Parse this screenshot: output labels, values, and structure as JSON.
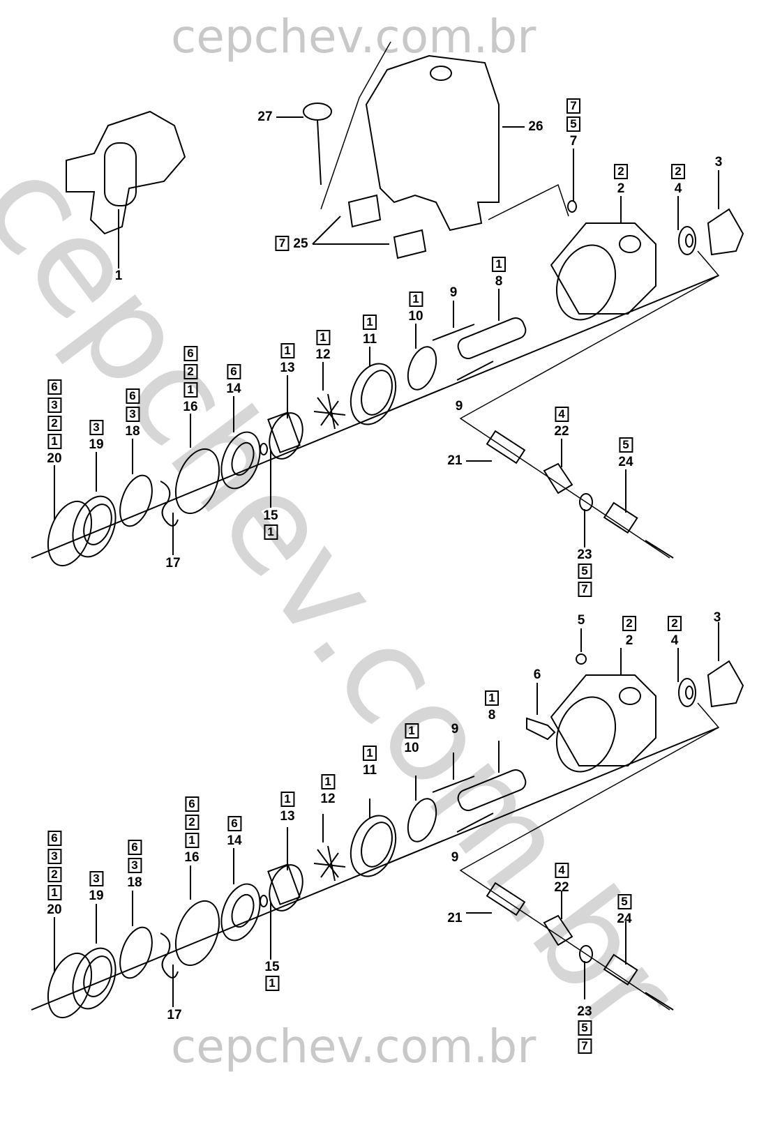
{
  "watermark": "cepchev.com.br",
  "top_callouts": [
    {
      "num": "27",
      "codes": []
    },
    {
      "num": "26",
      "codes": []
    },
    {
      "num": "7",
      "codes": [
        "7",
        "5"
      ]
    },
    {
      "num": "2",
      "codes": [
        "2"
      ]
    },
    {
      "num": "4",
      "codes": [
        "2"
      ]
    },
    {
      "num": "3",
      "codes": []
    },
    {
      "num": "1",
      "codes": []
    },
    {
      "num": "25",
      "codes_left": [
        "7"
      ]
    },
    {
      "num": "8",
      "codes": [
        "1"
      ]
    },
    {
      "num": "9",
      "codes": []
    },
    {
      "num": "10",
      "codes": [
        "1"
      ]
    },
    {
      "num": "11",
      "codes": [
        "1"
      ]
    },
    {
      "num": "12",
      "codes": [
        "1"
      ]
    },
    {
      "num": "13",
      "codes": [
        "1"
      ]
    },
    {
      "num": "14",
      "codes": [
        "6"
      ]
    },
    {
      "num": "16",
      "codes": [
        "6",
        "2",
        "1"
      ]
    },
    {
      "num": "18",
      "codes": [
        "6",
        "3"
      ]
    },
    {
      "num": "19",
      "codes": [
        "3"
      ]
    },
    {
      "num": "20",
      "codes": [
        "6",
        "3",
        "2",
        "1"
      ]
    },
    {
      "num": "9",
      "codes": []
    },
    {
      "num": "22",
      "codes": [
        "4"
      ]
    },
    {
      "num": "24",
      "codes": [
        "5"
      ]
    },
    {
      "num": "21",
      "codes": []
    },
    {
      "num": "15",
      "codes_below": [
        "1"
      ]
    },
    {
      "num": "17",
      "codes": []
    },
    {
      "num": "23",
      "codes_below": [
        "5",
        "7"
      ]
    }
  ],
  "bottom_callouts": [
    {
      "num": "5",
      "codes": []
    },
    {
      "num": "2",
      "codes": [
        "2"
      ]
    },
    {
      "num": "4",
      "codes": [
        "2"
      ]
    },
    {
      "num": "3",
      "codes": []
    },
    {
      "num": "6",
      "codes": []
    },
    {
      "num": "8",
      "codes": [
        "1"
      ]
    },
    {
      "num": "9",
      "codes": []
    },
    {
      "num": "10",
      "codes": [
        "1"
      ]
    },
    {
      "num": "11",
      "codes": [
        "1"
      ]
    },
    {
      "num": "12",
      "codes": [
        "1"
      ]
    },
    {
      "num": "13",
      "codes": [
        "1"
      ]
    },
    {
      "num": "14",
      "codes": [
        "6"
      ]
    },
    {
      "num": "16",
      "codes": [
        "6",
        "2",
        "1"
      ]
    },
    {
      "num": "18",
      "codes": [
        "6",
        "3"
      ]
    },
    {
      "num": "19",
      "codes": [
        "3"
      ]
    },
    {
      "num": "20",
      "codes": [
        "6",
        "3",
        "2",
        "1"
      ]
    },
    {
      "num": "9",
      "codes": []
    },
    {
      "num": "22",
      "codes": [
        "4"
      ]
    },
    {
      "num": "24",
      "codes": [
        "5"
      ]
    },
    {
      "num": "21",
      "codes": []
    },
    {
      "num": "15",
      "codes_below": [
        "1"
      ]
    },
    {
      "num": "17",
      "codes": []
    },
    {
      "num": "23",
      "codes_below": [
        "5",
        "7"
      ]
    }
  ]
}
